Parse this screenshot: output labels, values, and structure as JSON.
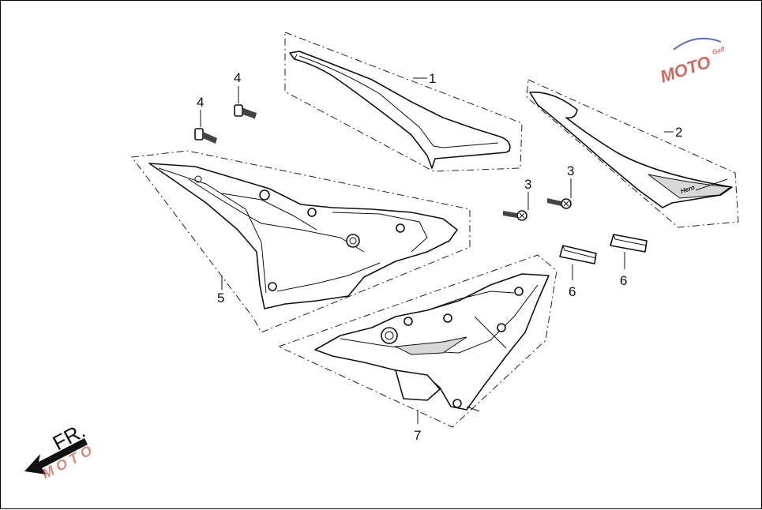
{
  "diagram": {
    "callouts": [
      {
        "id": "c1",
        "label": "1"
      },
      {
        "id": "c2",
        "label": "2"
      },
      {
        "id": "c3a",
        "label": "3"
      },
      {
        "id": "c3b",
        "label": "3"
      },
      {
        "id": "c4a",
        "label": "4"
      },
      {
        "id": "c4b",
        "label": "4"
      },
      {
        "id": "c5",
        "label": "5"
      },
      {
        "id": "c6a",
        "label": "6"
      },
      {
        "id": "c6b",
        "label": "6"
      },
      {
        "id": "c7",
        "label": "7"
      }
    ],
    "direction_label": "FR.",
    "decal_text": "Hero",
    "watermark": {
      "text": "MOTO",
      "subtext": "Gulf"
    },
    "colors": {
      "line": "#111111",
      "watermark_red": "#c0392b",
      "watermark_blue": "#2c3e8f",
      "arrow": "#111111"
    }
  }
}
